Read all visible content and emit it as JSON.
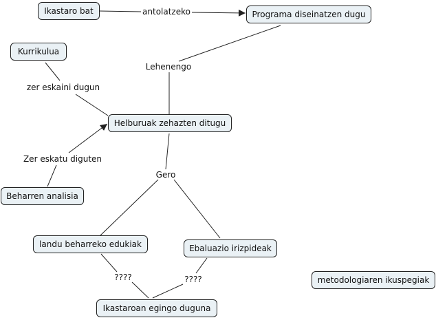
{
  "nodes": {
    "ikastaro_bat": "Ikastaro bat",
    "programa": "Programa diseinatzen dugu",
    "kurrikulua": "Kurrikulua",
    "helburuak": "Helburuak zehazten ditugu",
    "beharren": "Beharren analisia",
    "edukiak": "landu beharreko edukiak",
    "ebaluazio": "Ebaluazio irizpideak",
    "metodologia": "metodologiaren ikuspegiak",
    "ikastaroan": "Ikastaroan egingo duguna"
  },
  "links": {
    "antolatzeko": "antolatzeko",
    "lehenengo": "Lehenengo",
    "zer_eskaini": "zer eskaini dugun",
    "zer_eskatu": "Zer eskatu diguten",
    "gero": "Gero",
    "q_left": "????",
    "q_right": "????"
  },
  "colors": {
    "node_fill": "#eaf1f5",
    "line": "#222222"
  }
}
